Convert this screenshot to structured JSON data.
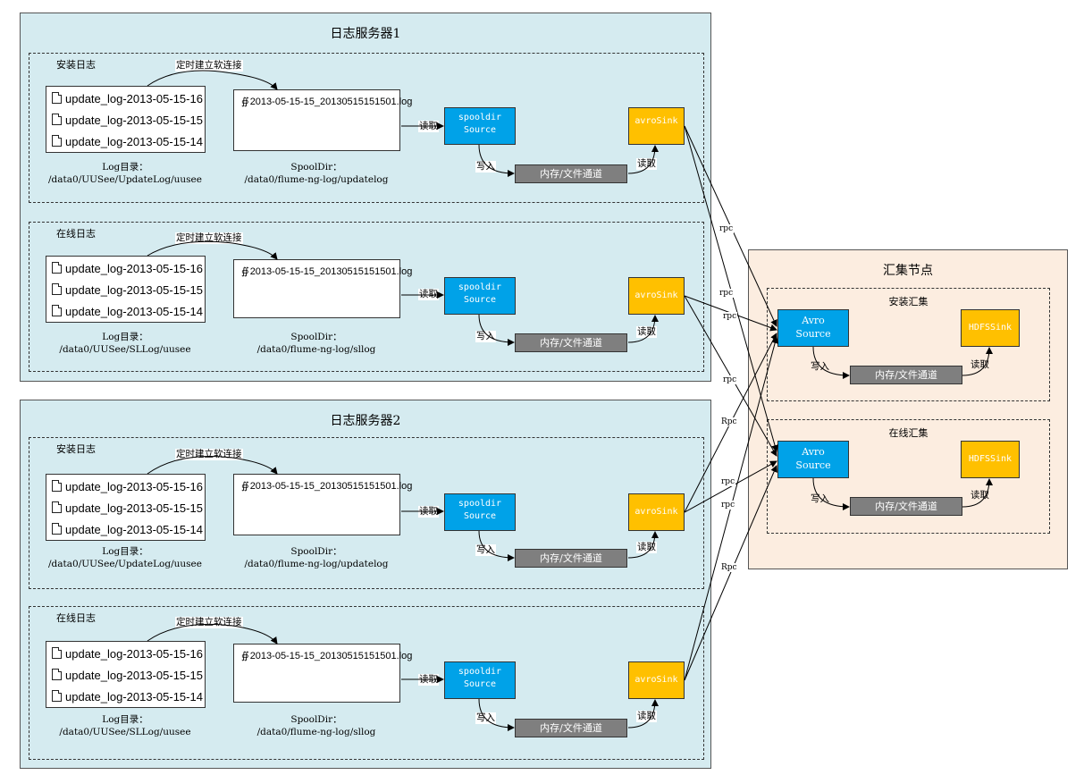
{
  "servers": [
    {
      "title": "日志服务器1",
      "groups": [
        {
          "label": "安装日志",
          "files": [
            "update_log-2013-05-15-16",
            "update_log-2013-05-15-15",
            "update_log-2013-05-15-14"
          ],
          "log_dir_label": "Log目录：",
          "log_dir_path": "/data0/UUSee/UpdateLog/uusee",
          "symlink_label": "定时建立软连接",
          "spool_file": "2013-05-15-15_20130515151501.log",
          "spool_dir_label": "SpoolDir：",
          "spool_dir_path": "/data0/flume-ng-log/updatelog",
          "read_label": "读取",
          "source_label": "spooldir Source",
          "write_label": "写入",
          "channel_label": "内存/文件通道",
          "read_label2": "读取",
          "sink_label": "avroSink"
        },
        {
          "label": "在线日志",
          "files": [
            "update_log-2013-05-15-16",
            "update_log-2013-05-15-15",
            "update_log-2013-05-15-14"
          ],
          "log_dir_label": "Log目录：",
          "log_dir_path": "/data0/UUSee/SLLog/uusee",
          "symlink_label": "定时建立软连接",
          "spool_file": "2013-05-15-15_20130515151501.log",
          "spool_dir_label": "SpoolDir：",
          "spool_dir_path": "/data0/flume-ng-log/sllog",
          "read_label": "读取",
          "source_label": "spooldir Source",
          "write_label": "写入",
          "channel_label": "内存/文件通道",
          "read_label2": "读取",
          "sink_label": "avroSink"
        }
      ]
    },
    {
      "title": "日志服务器2",
      "groups": [
        {
          "label": "安装日志",
          "files": [
            "update_log-2013-05-15-16",
            "update_log-2013-05-15-15",
            "update_log-2013-05-15-14"
          ],
          "log_dir_label": "Log目录：",
          "log_dir_path": "/data0/UUSee/UpdateLog/uusee",
          "symlink_label": "定时建立软连接",
          "spool_file": "2013-05-15-15_20130515151501.log",
          "spool_dir_label": "SpoolDir：",
          "spool_dir_path": "/data0/flume-ng-log/updatelog",
          "read_label": "读取",
          "source_label": "spooldir Source",
          "write_label": "写入",
          "channel_label": "内存/文件通道",
          "read_label2": "读取",
          "sink_label": "avroSink"
        },
        {
          "label": "在线日志",
          "files": [
            "update_log-2013-05-15-16",
            "update_log-2013-05-15-15",
            "update_log-2013-05-15-14"
          ],
          "log_dir_label": "Log目录：",
          "log_dir_path": "/data0/UUSee/SLLog/uusee",
          "symlink_label": "定时建立软连接",
          "spool_file": "2013-05-15-15_20130515151501.log",
          "spool_dir_label": "SpoolDir：",
          "spool_dir_path": "/data0/flume-ng-log/sllog",
          "read_label": "读取",
          "source_label": "spooldir Source",
          "write_label": "写入",
          "channel_label": "内存/文件通道",
          "read_label2": "读取",
          "sink_label": "avroSink"
        }
      ]
    }
  ],
  "collector": {
    "title": "汇集节点",
    "groups": [
      {
        "label": "安装汇集",
        "source_label": "Avro Source",
        "write_label": "写入",
        "channel_label": "内存/文件通道",
        "read_label": "读取",
        "sink_label": "HDFSSink"
      },
      {
        "label": "在线汇集",
        "source_label": "Avro Source",
        "write_label": "写入",
        "channel_label": "内存/文件通道",
        "read_label": "读取",
        "sink_label": "HDFSSink"
      }
    ]
  },
  "rpc_labels": [
    "rpc",
    "rpc",
    "rpc",
    "rpc",
    "Rpc",
    "rpc",
    "rpc",
    "Rpc"
  ],
  "colors": {
    "server_bg": "#d5ebf0",
    "collector_bg": "#fcede0",
    "source": "#00a2e8",
    "sink": "#ffc000",
    "channel": "#7f7f7f"
  }
}
